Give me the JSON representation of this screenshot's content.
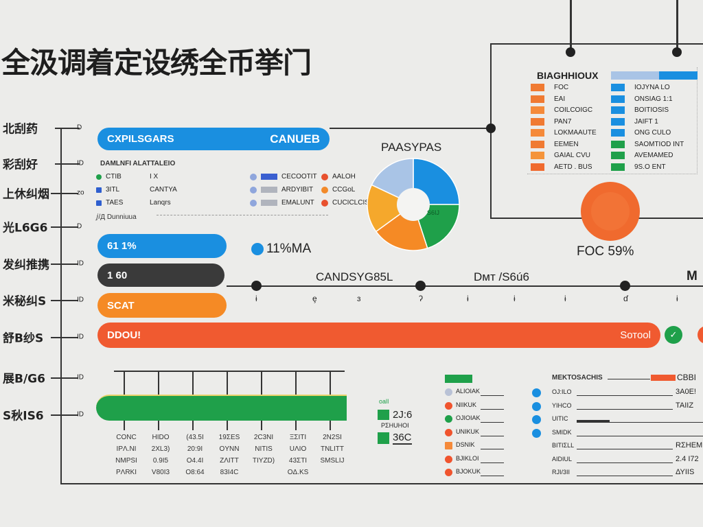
{
  "title": "全汲调着定设绣全币挙门",
  "left_labels": [
    "北刮药",
    "彩刮好",
    "上休纠烟",
    "光L6G6",
    "发纠推携",
    "米秘纠S",
    "舒B纱S",
    "展B/G6",
    "S秋IS6"
  ],
  "left_ticks": [
    "D",
    "ID",
    "zo",
    "D",
    "ID",
    "ID",
    "ID",
    "ID",
    "ID"
  ],
  "header_pill": {
    "left": "CXPILSGARS",
    "right": "CANUEB",
    "color": "#1a8fe0"
  },
  "subtitle": "DAMLNFI ALATTALEIO",
  "legend_rows": [
    {
      "c1": "CTIB",
      "c1color": "#1fa04a",
      "c2": "I X",
      "c3": "CECOOTIT",
      "c3color": "#3a5fd0",
      "c4": "AALOH",
      "c4color": "#e8512e"
    },
    {
      "c1": "3ITL",
      "c1color": "#2f5fcf",
      "c2": "CANTYA",
      "c3": "ARDYIBIT",
      "c3color": "#b0b4bd",
      "c4": "CCGoL",
      "c4color": "#f28a2a"
    },
    {
      "c1": "TAES",
      "c1color": "#2f5fcf",
      "c2": "Lanqrs",
      "c3": "EMALUNT",
      "c3color": "#b0b4bd",
      "c4": "CUCICLCIS",
      "c4color": "#e8512e"
    }
  ],
  "footnote": "ⅉ/Д Dunniuua",
  "pie": {
    "title": "PAASYPAS",
    "center_label": "S6IJ",
    "slices": [
      {
        "value": 25,
        "color": "#1a8fe0"
      },
      {
        "value": 20,
        "color": "#1fa04a"
      },
      {
        "value": 20,
        "color": "#f58a25"
      },
      {
        "value": 17,
        "color": "#f5a82c"
      },
      {
        "value": 18,
        "color": "#a9c4e6"
      }
    ]
  },
  "right_legend": {
    "title": "BIAGHHIOUX",
    "left": [
      {
        "label": "FOC",
        "color": "#f07a32"
      },
      {
        "label": "EAI",
        "color": "#f07a32"
      },
      {
        "label": "COILCOIGC",
        "color": "#f58a3a"
      },
      {
        "label": "PAN7",
        "color": "#f07a32"
      },
      {
        "label": "LOKMAAUTE",
        "color": "#f58a3a"
      },
      {
        "label": "EEMEN",
        "color": "#f07a32"
      },
      {
        "label": "GAIAL CVU",
        "color": "#f5943a"
      },
      {
        "label": "AETD . BUS",
        "color": "#f06a2e"
      }
    ],
    "right": [
      {
        "label": "IOJYNA LO",
        "color": "#1a8fe0"
      },
      {
        "label": "ONSIAG 1:1",
        "color": "#1a8fe0"
      },
      {
        "label": "BOITIOSIS",
        "color": "#1a8fe0"
      },
      {
        "label": "JAIFT 1",
        "color": "#1a8fe0"
      },
      {
        "label": "ONG CULO",
        "color": "#1a8fe0"
      },
      {
        "label": "SAOMTIOD INT",
        "color": "#1fa04a"
      },
      {
        "label": "AVEMAMED",
        "color": "#1fa04a"
      },
      {
        "label": "9S.O ENT",
        "color": "#1fa04a"
      }
    ]
  },
  "gauge": {
    "label": "FOC 59%",
    "value": 59,
    "color": "#f06a2e"
  },
  "bars": [
    {
      "label": "61 1%",
      "color": "#1a8fe0"
    },
    {
      "label": "1 60",
      "color": "#3a3a3a"
    },
    {
      "label": "SCAT",
      "color": "#f58a25"
    },
    {
      "label": "DDOU!",
      "right": "Sотоol",
      "color": "#f05a30"
    }
  ],
  "stat": "11%MA",
  "timeline": {
    "labels": [
      "CANDSYG85L",
      "Dмт /S6ú6",
      "M"
    ],
    "ticks": [
      "ɨ",
      "ȩ",
      "ɜ",
      "ʔ",
      "ɨ",
      "ɨ",
      "ɨ",
      "ɗ",
      "ɨ"
    ]
  },
  "green_bar": {
    "color": "#1fa04a",
    "columns": [
      [
        "CONC",
        "IPΛ.NI",
        "NMPSI",
        "PΛRKI"
      ],
      [
        "HIDO",
        "2XL3)",
        "0.9I5",
        "V80I3"
      ],
      [
        "(43.5I",
        "20:9I",
        "O4.4I",
        "O8:64"
      ],
      [
        "19ΣES",
        "OYNN",
        "ZΛITT",
        "83I4C"
      ],
      [
        "2C3NI",
        "NITIS",
        "TIYZD)"
      ],
      [
        "ΞΣIΤI",
        "UΛIO",
        "43ΣTI",
        "OΔ.KS"
      ],
      [
        "2N2SI",
        "TNLITT",
        "SMSLIJ"
      ]
    ]
  },
  "small_legend": {
    "header": "oalI",
    "items": [
      {
        "value": "2J:6",
        "color": "#1fa04a"
      },
      {
        "value": "36C",
        "color": "#1fa04a"
      }
    ],
    "caption": "PΣHUHOI"
  },
  "dot_list": [
    {
      "label": "ALIOIAK",
      "color": "#b9c2d6"
    },
    {
      "label": "NIIKUK",
      "color": "#f0542e"
    },
    {
      "label": "OJIOIAK",
      "color": "#1fa04a"
    },
    {
      "label": "UNIKUK",
      "color": "#f0542e"
    },
    {
      "label": "DSNIK",
      "color": "#f58a3a"
    },
    {
      "label": "BJIKLOI",
      "color": "#f0542e"
    },
    {
      "label": "BJOKUK",
      "color": "#f0542e"
    }
  ],
  "metrics": {
    "header": "MEKTOSACHIS",
    "header_value": "CBBI",
    "rows": [
      {
        "label": "OJ:ILO",
        "value": "3A0E!",
        "dot": true
      },
      {
        "label": "YIHCO",
        "value": "TAIIZ",
        "dot": true
      },
      {
        "label": "UITIC",
        "value": "",
        "dot": true
      },
      {
        "label": "SMIDK",
        "value": "",
        "dot": true
      },
      {
        "label": "BITIΣLL",
        "value": "RΣHEM.",
        "dot": false
      },
      {
        "label": "AIDIUL",
        "value": "2.4 I72",
        "dot": false
      },
      {
        "label": "RJI/3II",
        "value": "ΔΥIIS",
        "dot": false
      }
    ]
  }
}
